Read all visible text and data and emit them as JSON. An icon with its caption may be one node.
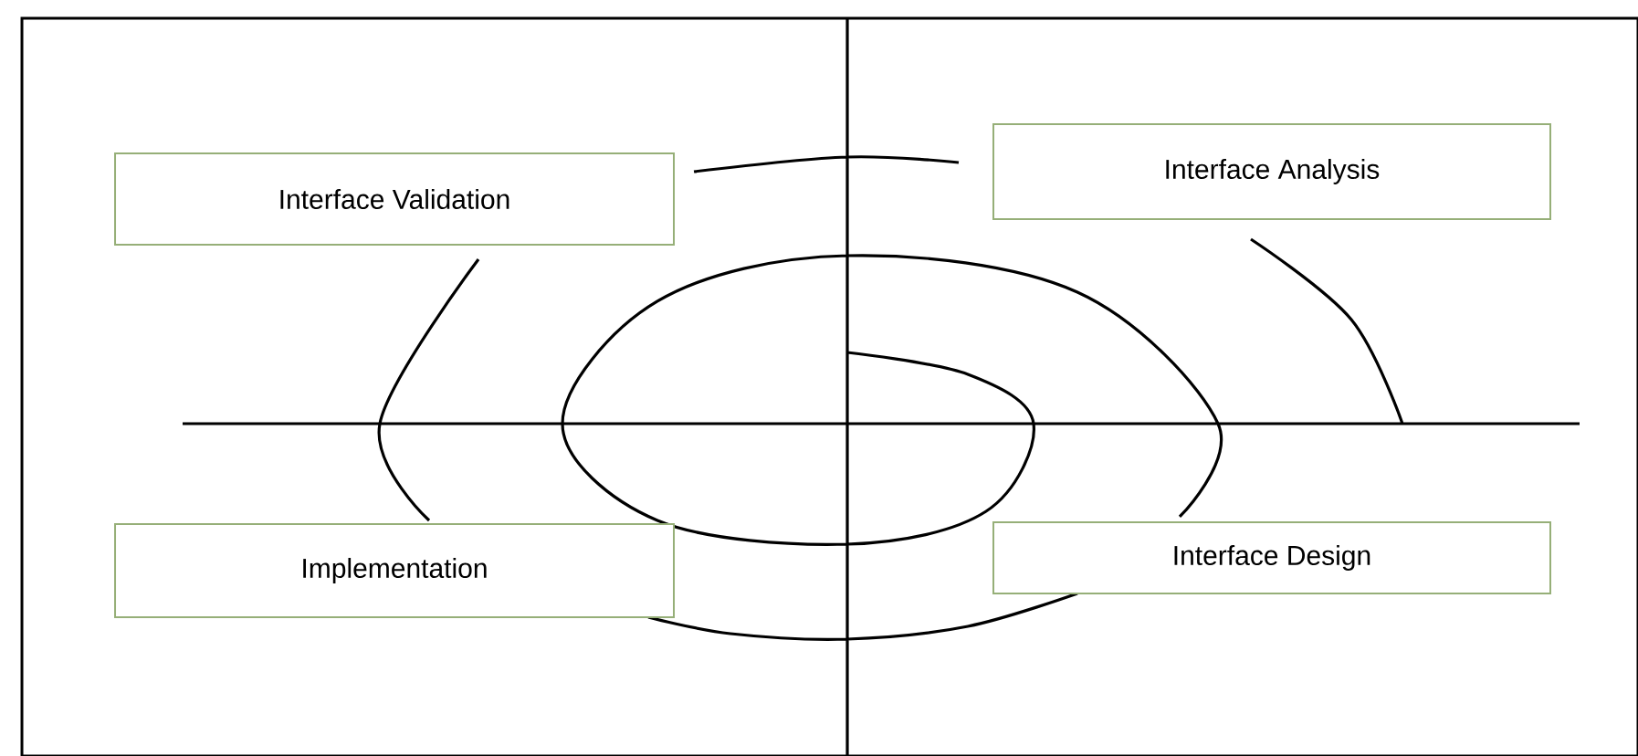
{
  "diagram": {
    "nodes": [
      {
        "text": [
          "Interface Validation"
        ]
      },
      {
        "text": [
          "Interface Analysis"
        ]
      },
      {
        "text": [
          "Implementation"
        ]
      },
      {
        "text": [
          "Interface Design"
        ]
      }
    ]
  }
}
